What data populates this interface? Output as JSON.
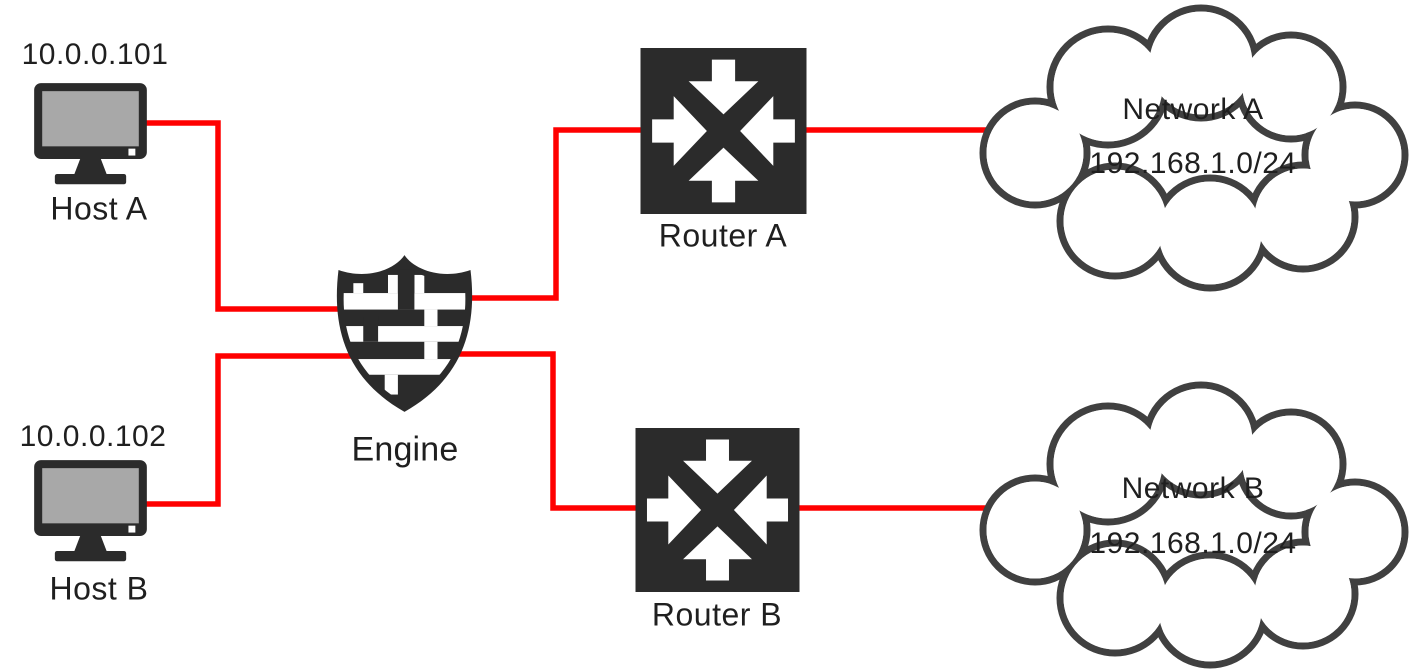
{
  "diagram_type": "network-topology",
  "colors": {
    "link": "#ff0000",
    "node_dark": "#2b2b2b",
    "monitor_screen": "#a8a8a8",
    "cloud_outline": "#404040",
    "background": "#ffffff",
    "label_text": "#1f1f1f"
  },
  "nodes": {
    "host_a": {
      "ip": "10.0.0.101",
      "label": "Host A",
      "icon": "monitor-icon"
    },
    "host_b": {
      "ip": "10.0.0.102",
      "label": "Host B",
      "icon": "monitor-icon"
    },
    "engine": {
      "label": "Engine",
      "icon": "firewall-shield-icon"
    },
    "router_a": {
      "label": "Router A",
      "icon": "router-icon"
    },
    "router_b": {
      "label": "Router B",
      "icon": "router-icon"
    },
    "network_a": {
      "label": "Network A",
      "cidr": "192.168.1.0/24",
      "icon": "cloud-icon"
    },
    "network_b": {
      "label": "Network B",
      "cidr": "192.168.1.0/24",
      "icon": "cloud-icon"
    }
  },
  "connections": [
    {
      "from": "host_a",
      "to": "engine"
    },
    {
      "from": "host_b",
      "to": "engine"
    },
    {
      "from": "engine",
      "to": "router_a"
    },
    {
      "from": "engine",
      "to": "router_b"
    },
    {
      "from": "router_a",
      "to": "network_a"
    },
    {
      "from": "router_b",
      "to": "network_b"
    }
  ]
}
